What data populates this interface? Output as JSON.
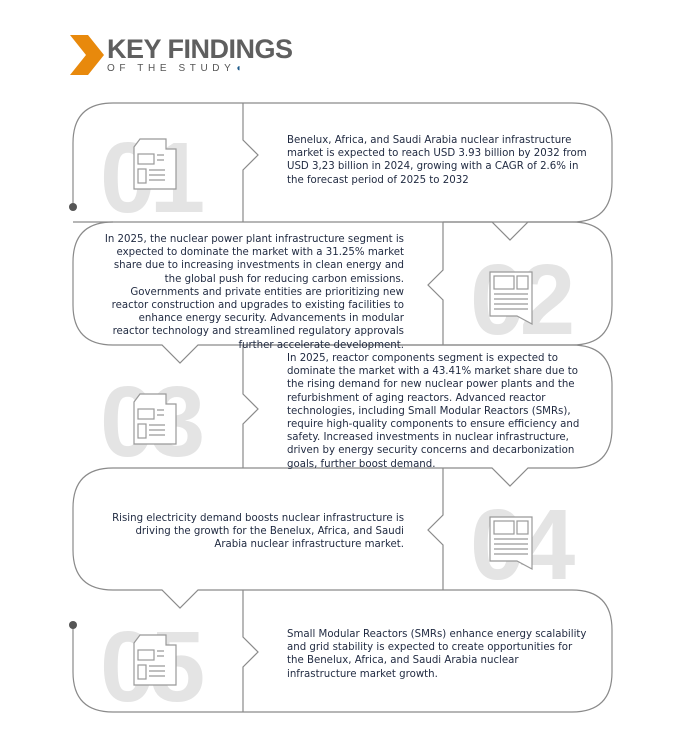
{
  "header": {
    "title": "KEY FINDINGS",
    "subtitle": "OF THE STUDY",
    "accent_color": "#e8890c"
  },
  "findings": [
    {
      "number": "01",
      "icon": "document-icon",
      "text": "Benelux, Africa, and Saudi Arabia nuclear infrastructure market is expected to reach USD 3.93 billion by 2032 from USD 3,23 billion in 2024, growing with a CAGR of 2.6% in the forecast period of 2025 to 2032"
    },
    {
      "number": "02",
      "icon": "document-icon",
      "text": "In 2025, the nuclear power plant infrastructure segment is expected to dominate the market with a 31.25% market share due to increasing investments in clean energy and the global push for reducing carbon emissions. Governments and private entities are prioritizing new reactor construction and upgrades to existing facilities to enhance energy security. Advancements in modular reactor technology and streamlined regulatory approvals further accelerate development."
    },
    {
      "number": "03",
      "icon": "document-icon",
      "text": "In 2025, reactor components segment is expected to dominate the market with a 43.41% market share due to the rising demand for new nuclear power plants and the refurbishment of aging reactors. Advanced reactor technologies, including Small Modular Reactors (SMRs), require high-quality components to ensure efficiency and safety. Increased investments in nuclear infrastructure, driven by energy security concerns and decarbonization goals, further boost demand."
    },
    {
      "number": "04",
      "icon": "document-icon",
      "text": "Rising electricity demand boosts nuclear infrastructure is driving the growth for the Benelux, Africa, and Saudi Arabia nuclear infrastructure market."
    },
    {
      "number": "05",
      "icon": "document-icon",
      "text": "Small Modular Reactors (SMRs) enhance energy scalability and grid stability is expected to create opportunities for the Benelux, Africa, and Saudi Arabia nuclear infrastructure market growth."
    }
  ]
}
